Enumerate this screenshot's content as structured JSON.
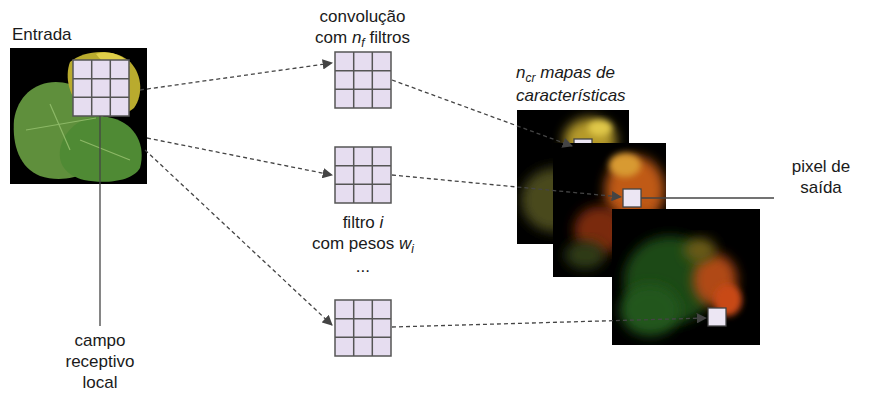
{
  "diagram": {
    "labels": [
      "convolução",
      "com",
      "n",
      "f",
      "filtros",
      "n",
      "cr",
      "mapas de",
      "características",
      "Entrada",
      "pixel de saída",
      "filtro",
      "i",
      "com pesos",
      "w",
      "i",
      "...",
      "campo receptivo local"
    ]
  }
}
